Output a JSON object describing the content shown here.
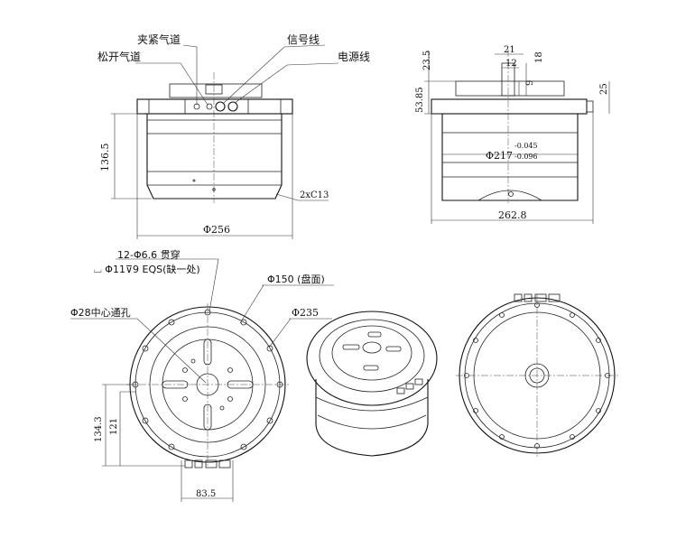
{
  "front_view": {
    "label_clamp_air": "夹紧气道",
    "label_release_air": "松开气道",
    "label_signal": "信号线",
    "label_power": "电源线",
    "dim_height": "136.5",
    "dim_diameter": "Φ256",
    "dim_chamfer": "2xC13"
  },
  "side_view": {
    "dim_21": "21",
    "dim_12": "12",
    "dim_18": "18",
    "dim_9": "9",
    "dim_23_5": "23.5",
    "dim_53_85": "53.85",
    "dim_25": "25",
    "dim_217": "Φ217",
    "tol_upper": "-0.045",
    "tol_lower": "-0.096",
    "dim_width": "262.8"
  },
  "top_view": {
    "note_holes": "12-Φ6.6 贯穿",
    "note_counterbore": "⌴ Φ11⊽9 EQS(缺一处)",
    "note_disc": "Φ150 (盘面)",
    "note_center_hole": "Φ28中心通孔",
    "note_pcd": "Φ235",
    "dim_134_3": "134.3",
    "dim_121": "121",
    "dim_83_5": "83.5"
  }
}
